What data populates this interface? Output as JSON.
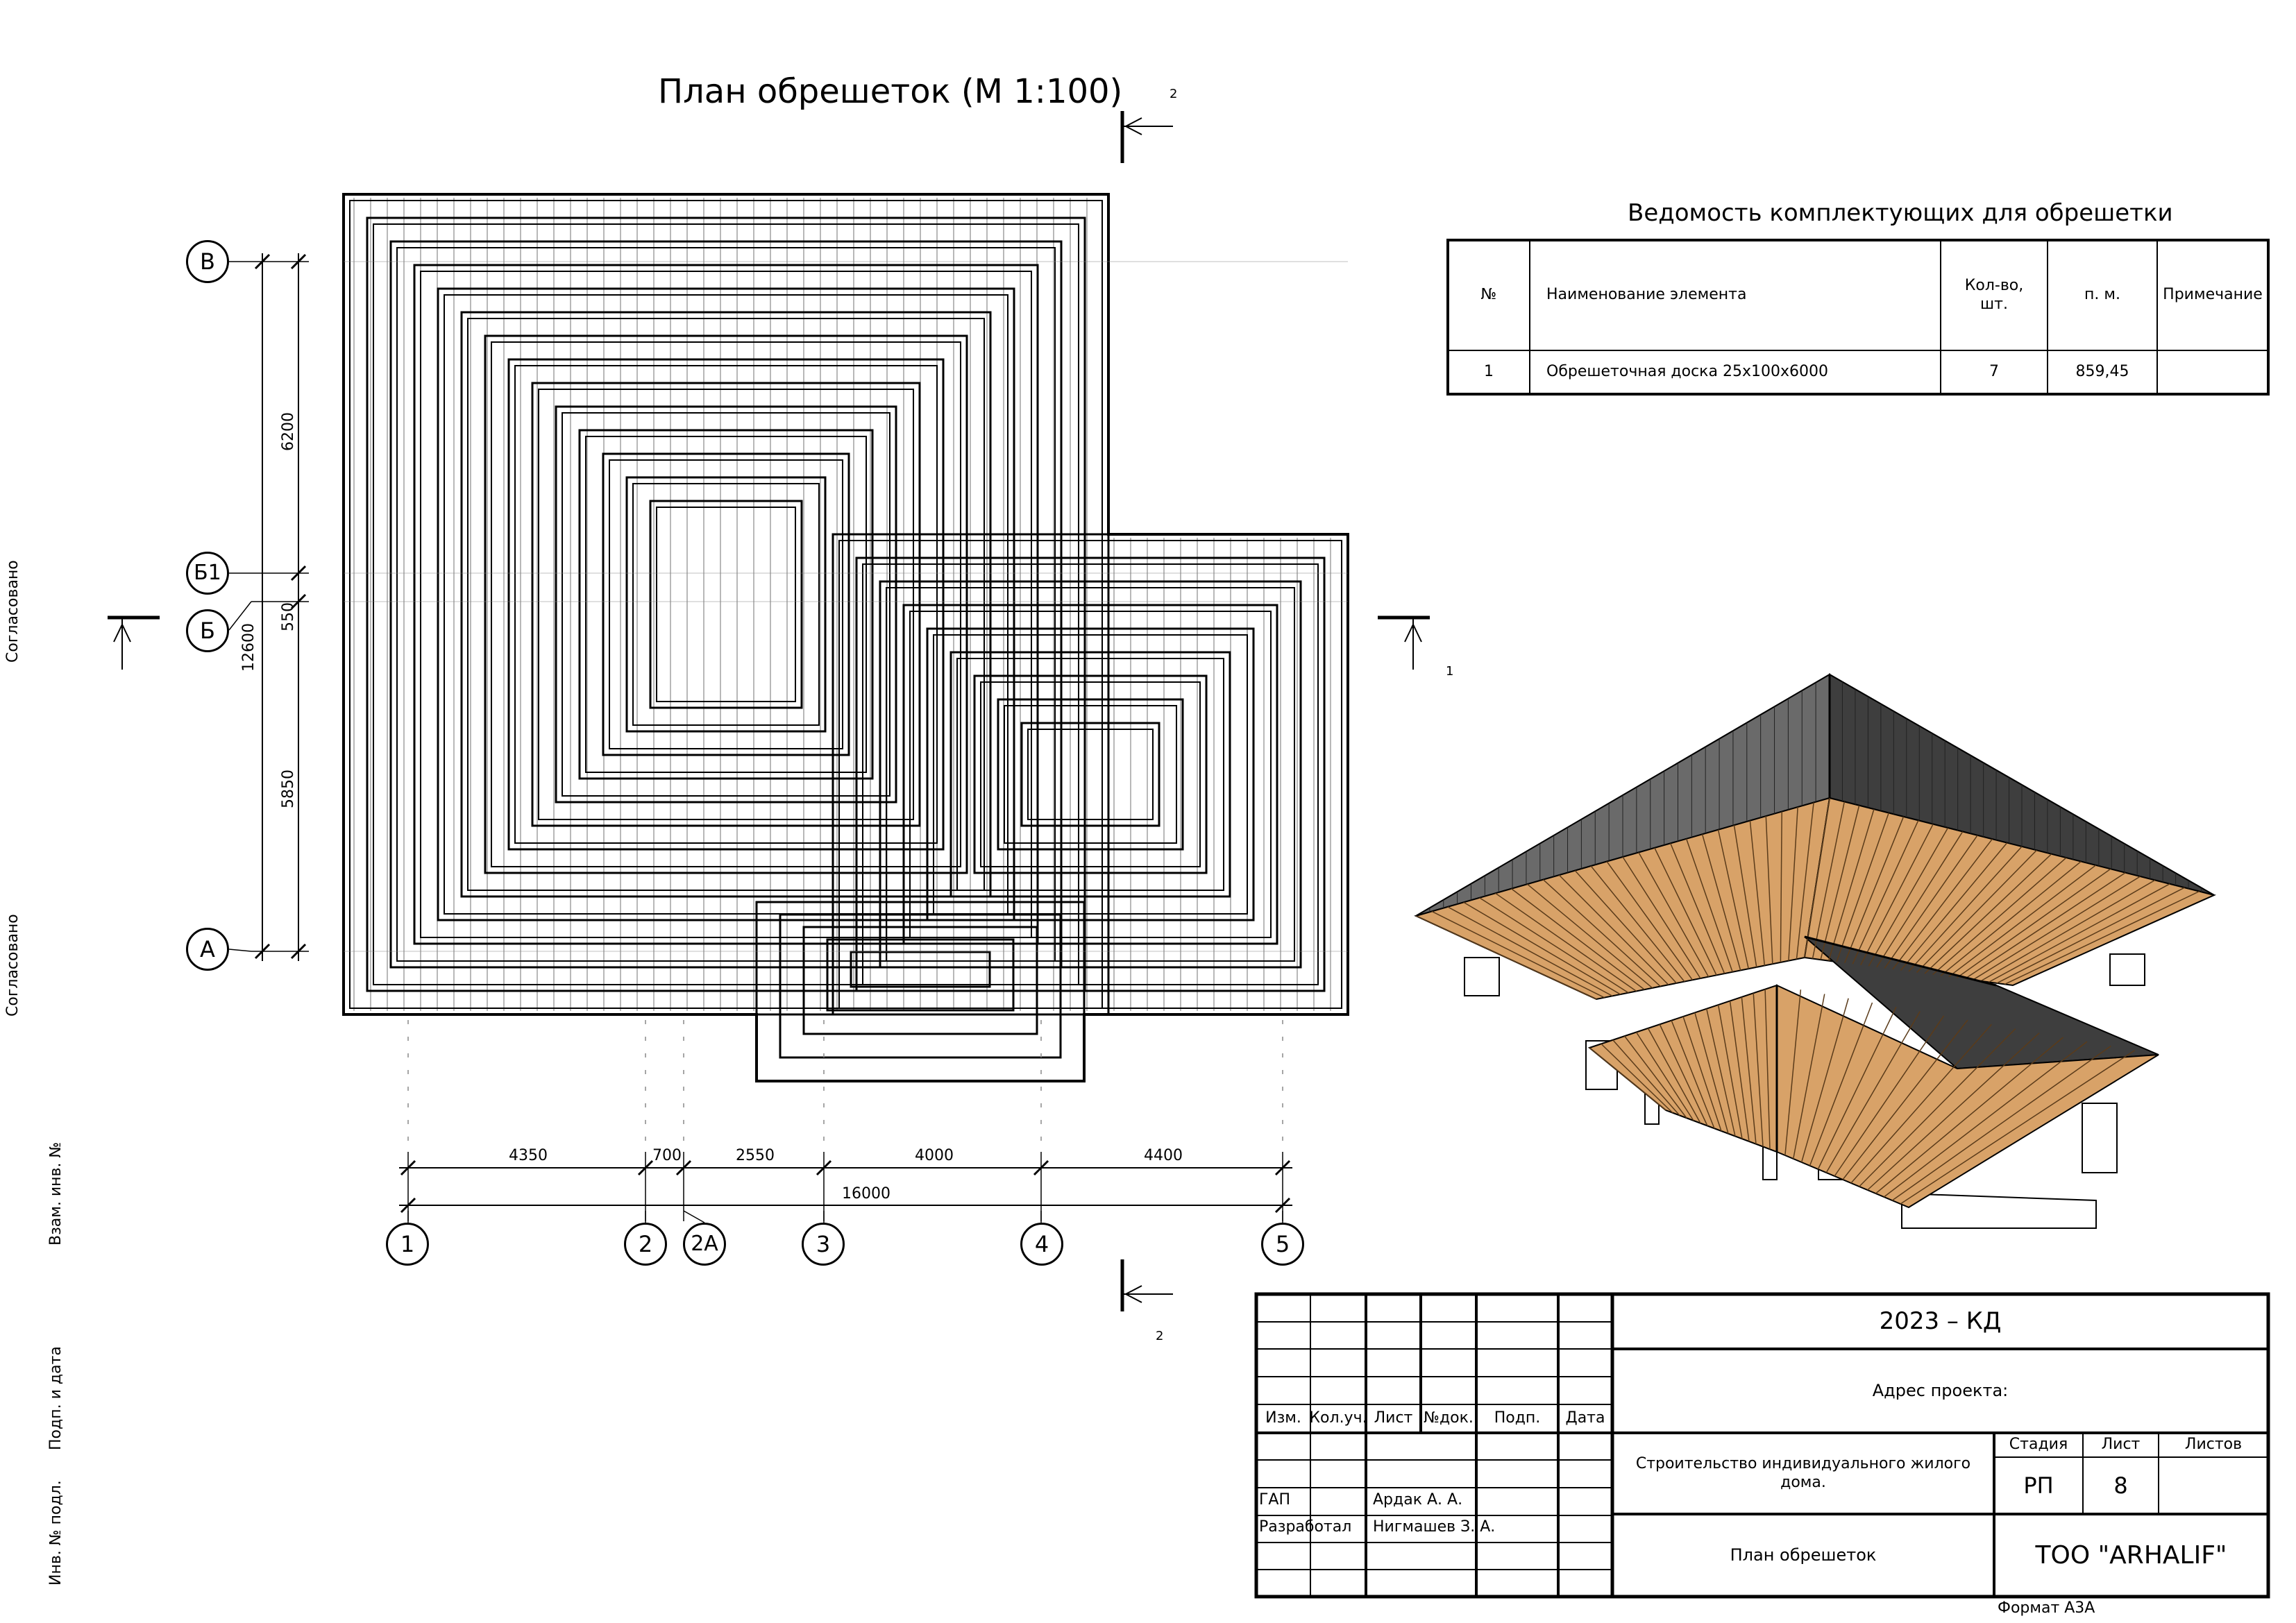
{
  "title": "План обрешеток (М 1:100)",
  "section_marks": {
    "top": "2",
    "right": "1",
    "bottom": "2"
  },
  "axes": {
    "vertical": [
      "1",
      "2",
      "2А",
      "3",
      "4",
      "5"
    ],
    "horizontal": [
      "В",
      "Б1",
      "Б",
      "А"
    ]
  },
  "dimensions": {
    "bottom": [
      "4350",
      "700",
      "2550",
      "4000",
      "4400"
    ],
    "bottom_total": "16000",
    "left": [
      "6200",
      "550",
      "5850"
    ],
    "left_total": "12600"
  },
  "spec_table": {
    "title": "Ведомость комплектующих для обрешетки",
    "headers": [
      "№",
      "Наименование элемента",
      "Кол-во, шт.",
      "п. м.",
      "Примечание"
    ],
    "rows": [
      {
        "num": "1",
        "name": "Обрешеточная доска 25х100х6000",
        "qty": "7",
        "length": "859,45",
        "note": ""
      }
    ]
  },
  "side_stamp": {
    "agreed_1": "Согласовано",
    "agreed_2": "Согласовано",
    "inv_replace": "Взам. инв. №",
    "sign_date": "Подп. и дата",
    "inv_orig": "Инв. № подл."
  },
  "title_block": {
    "code": "2023 – КД",
    "address": "Адрес проекта:",
    "columns": [
      "Изм.",
      "Кол.уч.",
      "Лист",
      "№док.",
      "Подп.",
      "Дата"
    ],
    "roles": [
      {
        "role": "ГАП",
        "name": "Ардак А. А."
      },
      {
        "role": "Разработал",
        "name": "Нигмашев З. А."
      }
    ],
    "project": "Строительство индивидуального жилого дома.",
    "stage_label": "Стадия",
    "sheet_label": "Лист",
    "sheets_label": "Листов",
    "stage": "РП",
    "sheet": "8",
    "sheets": "",
    "drawing_name": "План обрешеток",
    "company": "ТОО \"ARHALIF\""
  },
  "format": "Формат А3А",
  "colors": {
    "wood": "#d8a268",
    "roof_dark": "#3e3e3e",
    "line": "#000000"
  }
}
